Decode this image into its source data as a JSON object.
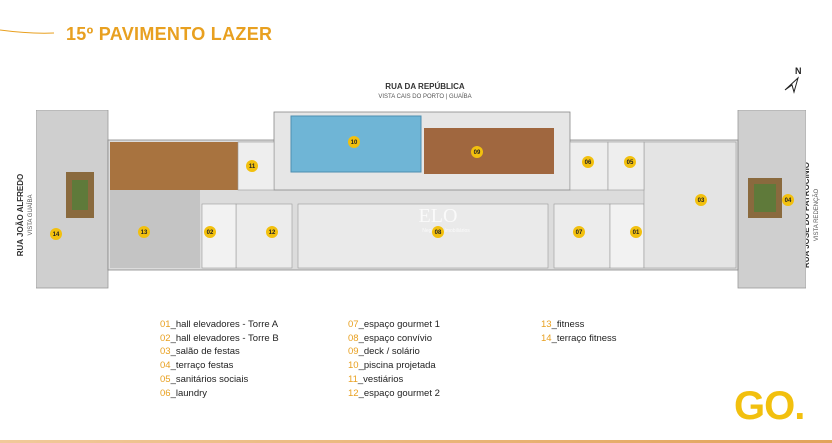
{
  "title": "15º PAVIMENTO LAZER",
  "streets": {
    "top": {
      "name": "RUA DA REPÚBLICA",
      "view": "VISTA CAIS DO PORTO | GUAÍBA"
    },
    "left": {
      "name": "RUA JOÃO ALFREDO",
      "view": "VISTA GUAÍBA"
    },
    "right": {
      "name": "RUA JOSÉ DO PATROCÍNIO",
      "view": "VISTA REDENÇÃO"
    }
  },
  "compass": {
    "label": "N"
  },
  "watermark": {
    "text": "ELO",
    "sub": "Negócios Imobiliários"
  },
  "markers": [
    "10",
    "11",
    "09",
    "06",
    "05",
    "03",
    "04",
    "14",
    "13",
    "02",
    "12",
    "08",
    "07",
    "01"
  ],
  "legend": {
    "col1": [
      {
        "num": "01",
        "label": "_hall elevadores - Torre A"
      },
      {
        "num": "02",
        "label": "_hall elevadores - Torre B"
      },
      {
        "num": "03",
        "label": "_salão de festas"
      },
      {
        "num": "04",
        "label": "_terraço festas"
      },
      {
        "num": "05",
        "label": "_sanitários sociais"
      },
      {
        "num": "06",
        "label": "_laundry"
      }
    ],
    "col2": [
      {
        "num": "07",
        "label": "_espaço gourmet 1"
      },
      {
        "num": "08",
        "label": "_espaço convívio"
      },
      {
        "num": "09",
        "label": "_deck / solário"
      },
      {
        "num": "10",
        "label": "_piscina projetada"
      },
      {
        "num": "11",
        "label": "_vestiários"
      },
      {
        "num": "12",
        "label": "_espaço gourmet 2"
      }
    ],
    "col3": [
      {
        "num": "13",
        "label": "_fitness"
      },
      {
        "num": "14",
        "label": "_terraço fitness"
      }
    ]
  },
  "brand": {
    "logo": "GO."
  },
  "colors": {
    "accent": "#e8a020",
    "logo": "#f2c00e",
    "pool": "#6fb5d6",
    "deck": "#a0673f",
    "floor": "#d9d9d9"
  }
}
